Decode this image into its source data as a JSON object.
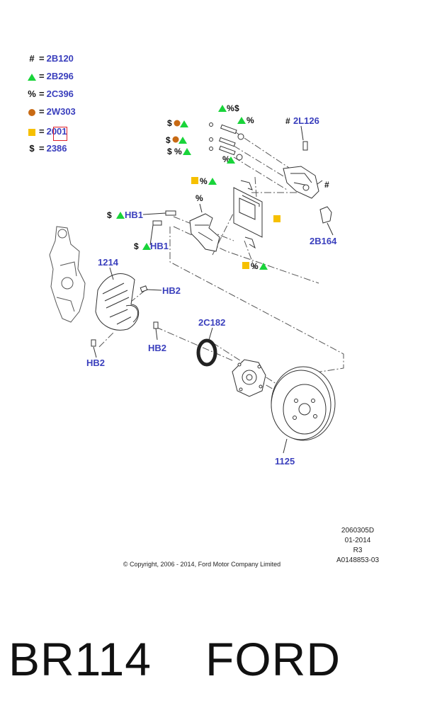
{
  "legend": [
    {
      "symbol": "#",
      "code": "2B120"
    },
    {
      "symbol": "triangle",
      "code": "2B296"
    },
    {
      "symbol": "%",
      "code": "2C396"
    },
    {
      "symbol": "circle",
      "code": "2W303"
    },
    {
      "symbol": "square",
      "code": "2001"
    },
    {
      "symbol": "$",
      "code": "2386"
    }
  ],
  "eq": "=",
  "colors": {
    "label": "#3a3fbd",
    "triangle": "#19d43a",
    "circle": "#c86a14",
    "square": "#f6c000",
    "highlight": "#e0202a"
  },
  "symbols": {
    "hash": "#",
    "percent": "%",
    "dollar": "$"
  },
  "parts": {
    "caliper_bolt_label": "2L126",
    "bracket_label": "2B164",
    "hub_bolt_a": "HB1",
    "hub_bolt_b": "HB1",
    "shield_label": "1214",
    "shield_bolt_a": "HB2",
    "shield_bolt_b": "HB2",
    "shield_bolt_c": "HB2",
    "seal_label": "2C182",
    "rotor_label": "1125"
  },
  "footer": {
    "ref_lines": [
      "2060305D",
      "01-2014",
      "R3",
      "A0148853-03"
    ],
    "copyright": "© Copyright, 2006 - 2014, Ford Motor Company Limited"
  },
  "caption": {
    "code": "BR114",
    "brand": "FORD"
  }
}
